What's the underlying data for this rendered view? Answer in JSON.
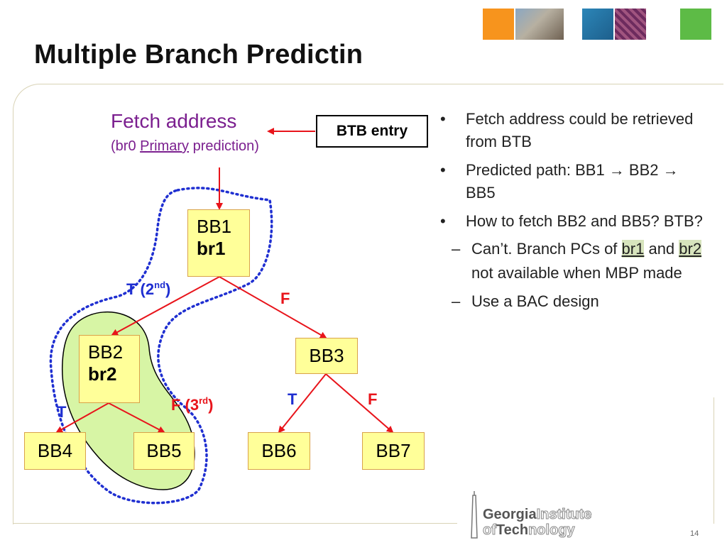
{
  "slide": {
    "title": "Multiple Branch Predictin",
    "page_number": "14"
  },
  "diagram": {
    "fetch_address": "Fetch address",
    "fetch_sub_prefix": "(br0 ",
    "fetch_sub_primary": "Primary",
    "fetch_sub_suffix": " prediction)",
    "btb_entry": "BTB entry",
    "blocks": {
      "bb1": {
        "name": "BB1",
        "branch": "br1"
      },
      "bb2": {
        "name": "BB2",
        "branch": "br2"
      },
      "bb3": {
        "name": "BB3"
      },
      "bb4": {
        "name": "BB4"
      },
      "bb5": {
        "name": "BB5"
      },
      "bb6": {
        "name": "BB6"
      },
      "bb7": {
        "name": "BB7"
      }
    },
    "edge_labels": {
      "bb1_taken": "T (2",
      "bb1_taken_sup": "nd",
      "bb1_taken_close": ")",
      "bb1_false": "F",
      "bb2_taken": "T",
      "bb2_false": "F (3",
      "bb2_false_sup": "rd",
      "bb2_false_close": ")",
      "bb3_taken": "T",
      "bb3_false": "F"
    },
    "colors": {
      "arrow": "#e8141b",
      "fetch_text": "#7b1f8f",
      "taken_label": "#1f2fd1",
      "false_label": "#e8141b",
      "dotted_region": "#1f2fd1",
      "green_region": "#d7f5a5",
      "block_fill": "#ffff99"
    }
  },
  "bullets": [
    {
      "text": "Fetch address could be retrieved from BTB"
    },
    {
      "text_before": "Predicted path: BB1 ",
      "arrow1": "→",
      "text_mid": " BB2 ",
      "arrow2": "→",
      "text_after": " BB5"
    },
    {
      "text": "How to fetch BB2 and BB5? BTB?",
      "sub": [
        {
          "t1": "Can’t. Branch PCs of ",
          "h1": "br1",
          "t2": " and ",
          "h2": "br2",
          "t3": " not available when MBP made"
        },
        {
          "text": "Use a BAC design"
        }
      ]
    }
  ],
  "bullet_symbol": "•",
  "dash_symbol": "–",
  "logo": {
    "line1a": "Georgia",
    "line1b": "Institute",
    "line2a": "of",
    "line2b": "Tech",
    "line2c": "nology"
  }
}
